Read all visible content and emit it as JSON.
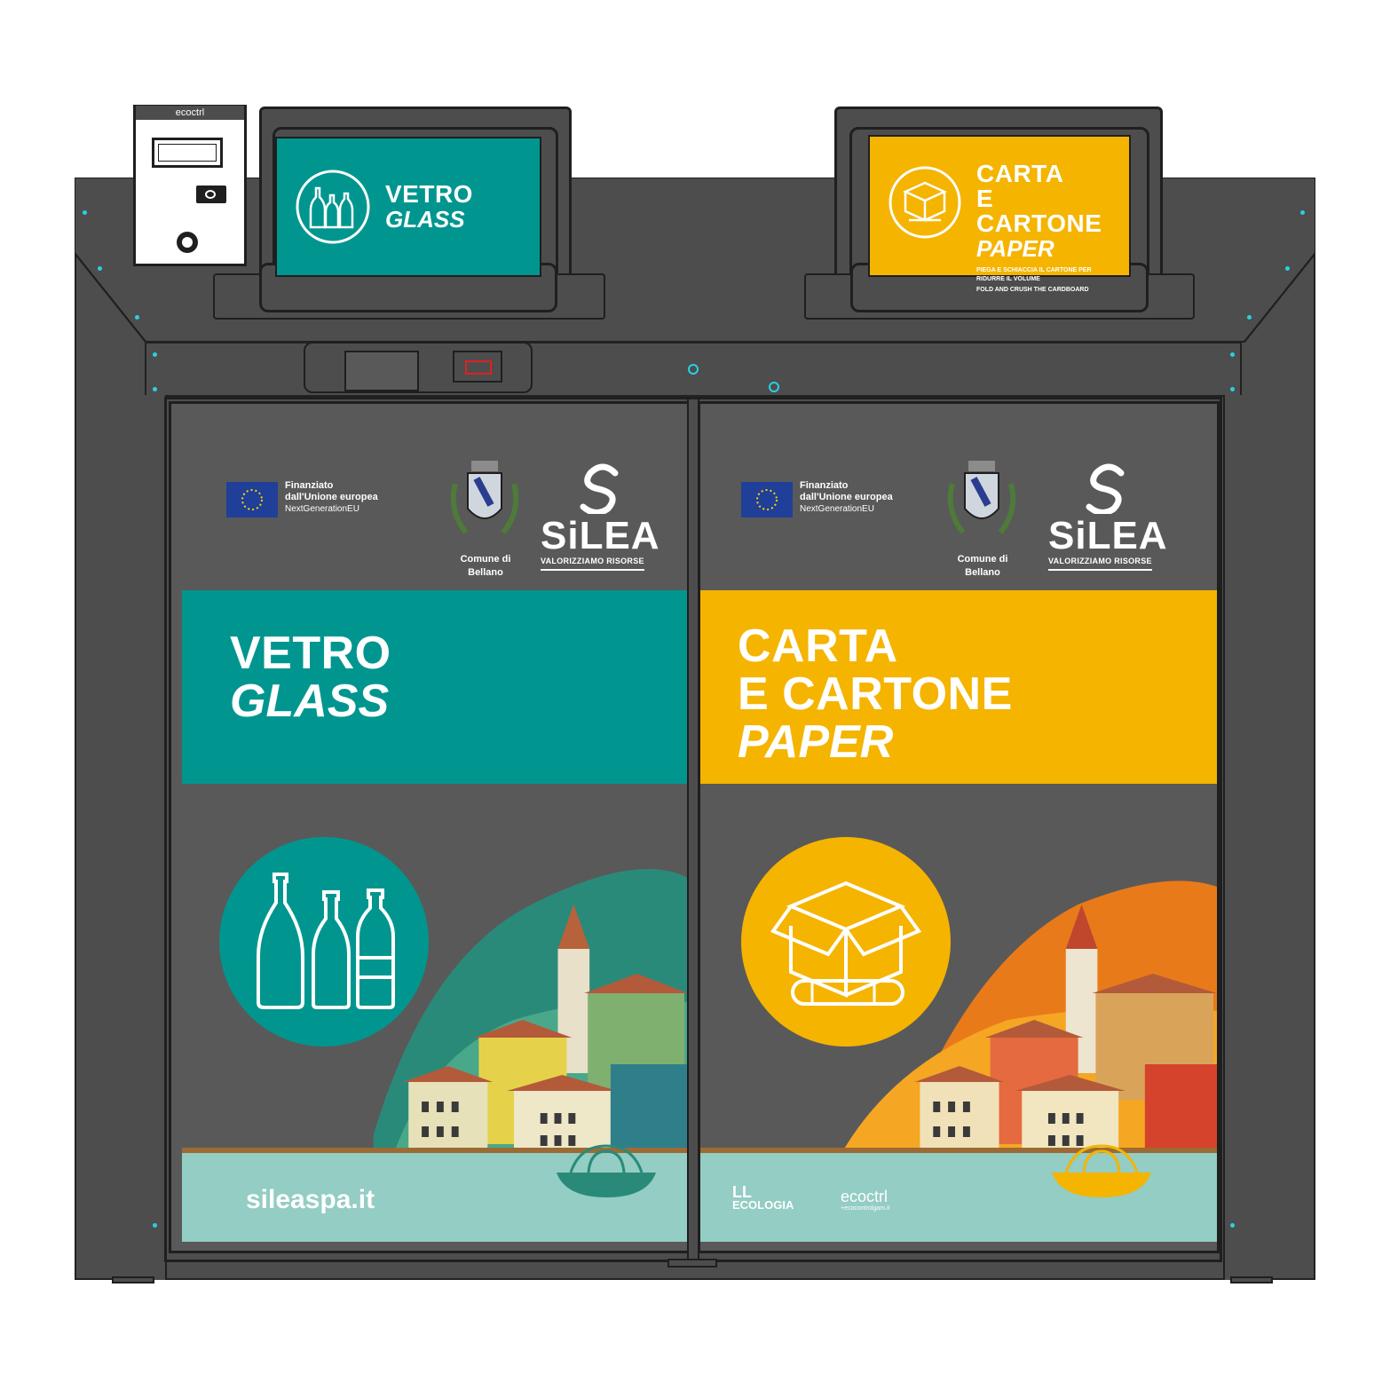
{
  "terminal": {
    "brand": "ecoctrl"
  },
  "hoppers": {
    "glass": {
      "title": "VETRO",
      "subtitle": "GLASS",
      "color": "#00968f"
    },
    "paper": {
      "title_line1": "CARTA",
      "title_line2": "E CARTONE",
      "subtitle": "PAPER",
      "note_it": "PIEGA E SCHIACCIA IL CARTONE PER RIDURRE IL VOLUME",
      "note_en": "FOLD AND CRUSH THE CARDBOARD",
      "color": "#f5b400"
    }
  },
  "doors": {
    "left": {
      "eu_line1": "Finanziato",
      "eu_line2": "dall'Unione europea",
      "eu_line3": "NextGenerationEU",
      "crest_line1": "Comune di",
      "crest_line2": "Bellano",
      "brand": "SiLEA",
      "brand_tagline": "VALORIZZIAMO RISORSE",
      "band_title": "VETRO",
      "band_subtitle": "GLASS",
      "band_color": "#00968f",
      "footer_url": "sileaspa.it",
      "footer_color": "#93cdc3"
    },
    "right": {
      "eu_line1": "Finanziato",
      "eu_line2": "dall'Unione europea",
      "eu_line3": "NextGenerationEU",
      "crest_line1": "Comune di",
      "crest_line2": "Bellano",
      "brand": "SiLEA",
      "brand_tagline": "VALORIZZIAMO RISORSE",
      "band_title_line1": "CARTA",
      "band_title_line2": "E CARTONE",
      "band_subtitle": "PAPER",
      "band_color": "#f5b400",
      "partner1_line1": "LL",
      "partner1_line2": "ECOLOGIA",
      "partner2": "ecoctrl",
      "partner2_sub": "+ecocontrolgam.it"
    }
  },
  "colors": {
    "cabinet": "#4d4d4d",
    "indicator": "#2ad0e0"
  }
}
